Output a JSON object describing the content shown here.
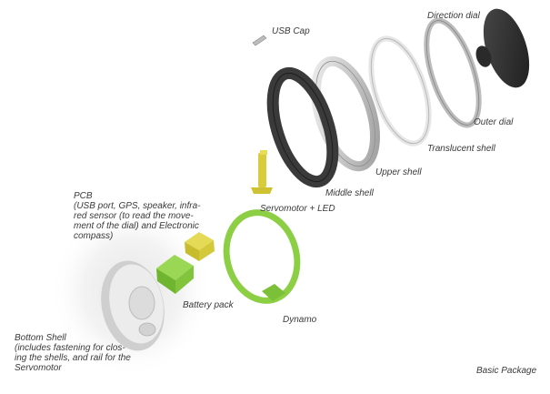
{
  "labels": {
    "usb_cap": "USB Cap",
    "direction_dial": "Direction dial",
    "outer_dial": "Outer dial",
    "translucent_shell": "Translucent shell",
    "upper_shell": "Upper shell",
    "middle_shell": "Middle shell",
    "servomotor_led": "Servomotor + LED",
    "pcb": "PCB\n(USB port, GPS, speaker, infra-\nred sensor (to read the move-\nment of the dial)  and Electronic\ncompass)",
    "battery_pack": "Battery pack",
    "dynamo": "Dynamo",
    "bottom_shell": "Bottom Shell\n(includes fastening for clos-\ning the shells, and rail for the\nServomotor",
    "basic_package": "Basic Package"
  },
  "colors": {
    "dark_shell": "#3a3a3a",
    "silver": "#bdbdbd",
    "green": "#8ccf45",
    "yellow": "#d8cc3c",
    "label": "#3a3a3a"
  }
}
